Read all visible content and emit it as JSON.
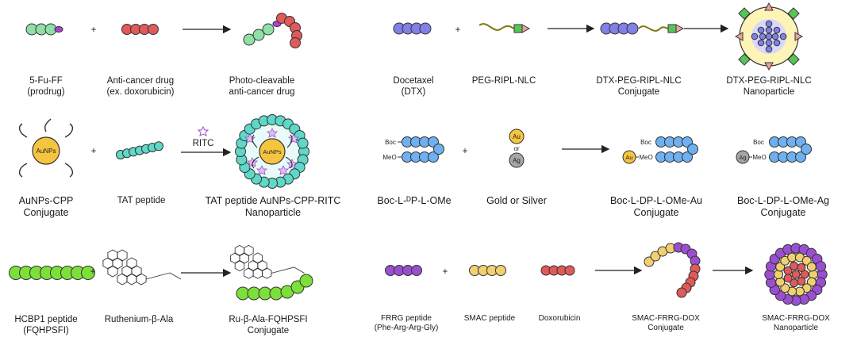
{
  "row1_left": {
    "prodrug_name": "5-Fu-FF",
    "prodrug_sub": "(prodrug)",
    "drug_name": "Anti-cancer drug",
    "drug_sub": "(ex. doxorubicin)",
    "product_name": "Photo-cleavable",
    "product_sub": "anti-cancer drug",
    "plus": "+"
  },
  "row1_right": {
    "dtx_name": "Docetaxel",
    "dtx_sub": "(DTX)",
    "peg_name": "PEG-RIPL-NLC",
    "conj_name": "DTX-PEG-RIPL-NLC",
    "conj_sub": "Conjugate",
    "np_name": "DTX-PEG-RIPL-NLC",
    "np_sub": "Nanoparticle",
    "plus": "+"
  },
  "row2_left": {
    "aunps_name": "AuNPs-CPP",
    "aunps_sub": "Conjugate",
    "aunps_core": "AuNPs",
    "tat_name": "TAT peptide",
    "ritc_label": "RITC",
    "np_name": "TAT peptide AuNPs-CPP-RITC",
    "np_sub": "Nanoparticle",
    "np_core": "AuNPs",
    "plus": "+"
  },
  "row2_right": {
    "boc_name": "Boc-L-ᴰP-L-OMe",
    "boc_tag": "Boc",
    "meo_tag": "MeO",
    "metal_name": "Gold or Silver",
    "au": "Au",
    "or": "or",
    "ag": "Ag",
    "au_conj_name": "Boc-L-DP-L-OMe-Au",
    "au_conj_sub": "Conjugate",
    "ag_conj_name": "Boc-L-DP-L-OMe-Ag",
    "ag_conj_sub": "Conjugate",
    "plus": "+"
  },
  "row3_left": {
    "hcbp_name": "HCBP1 peptide",
    "hcbp_sub": "(FQHPSFI)",
    "ru_name": "Ruthenium-β-Ala",
    "conj_name": "Ru-β-Ala-FQHPSFI",
    "conj_sub": "Conjugate",
    "plus": "+"
  },
  "row3_right": {
    "frrg_name": "FRRG peptide",
    "frrg_sub": "(Phe-Arg-Arg-Gly)",
    "smac_name": "SMAC peptide",
    "dox_name": "Doxorubicin",
    "conj_name": "SMAC-FRRG-DOX",
    "conj_sub": "Conjugate",
    "np_name": "SMAC-FRRG-DOX",
    "np_sub": "Nanoparticle",
    "plus": "+"
  },
  "colors": {
    "green_pale": "#8fe0a8",
    "red": "#e05a5a",
    "blue": "#8080e6",
    "light_blue": "#6fb0f0",
    "teal": "#5fd8c8",
    "lime": "#7de03a",
    "purple": "#9a4fd0",
    "yellow": "#f2d070",
    "gold": "#f5c542",
    "grey": "#a6a6a6"
  }
}
